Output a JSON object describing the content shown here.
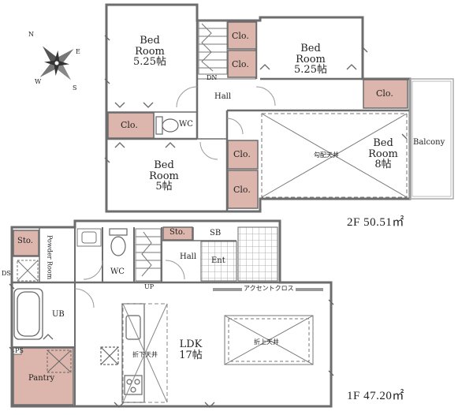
{
  "compass": {
    "n": "N",
    "e": "E",
    "s": "S",
    "w": "W"
  },
  "floor2": {
    "summary": "2F 50.51㎡",
    "rooms": {
      "bed_nw": {
        "name": "Bed Room",
        "size": "5.25帖"
      },
      "bed_ne": {
        "name": "Bed Room",
        "size": "5.25帖"
      },
      "bed_sw": {
        "name": "Bed Room",
        "size": "5帖"
      },
      "bed_main": {
        "name": "Bed Room",
        "size": "8帖"
      },
      "main_ceiling_note": "勾配天井",
      "hall": "Hall",
      "wc": "WC",
      "balcony": "Balcony",
      "dn": "DN",
      "closets": [
        "Clo.",
        "Clo.",
        "Clo.",
        "Clo.",
        "Clo.",
        "Clo."
      ]
    }
  },
  "floor1": {
    "summary": "1F 47.20㎡",
    "rooms": {
      "storage_left": "Sto.",
      "storage_hall": "Sto.",
      "powder": "Powder Room",
      "wc": "WC",
      "hall": "Hall",
      "sb": "SB",
      "entrance": "Ent",
      "ub": "UB",
      "ps": "PS",
      "pantry": "Pantry",
      "ds": "DS",
      "up": "UP",
      "accent": "アクセントクロス",
      "ldk": {
        "name": "LDK",
        "size": "17帖"
      },
      "ceiling_note_1": "折上天井",
      "ceiling_note_2": "折下天井"
    }
  },
  "colors": {
    "wall": "#6d6d6d",
    "closet": "#dcb6ac",
    "line": "#8a8a8a"
  }
}
